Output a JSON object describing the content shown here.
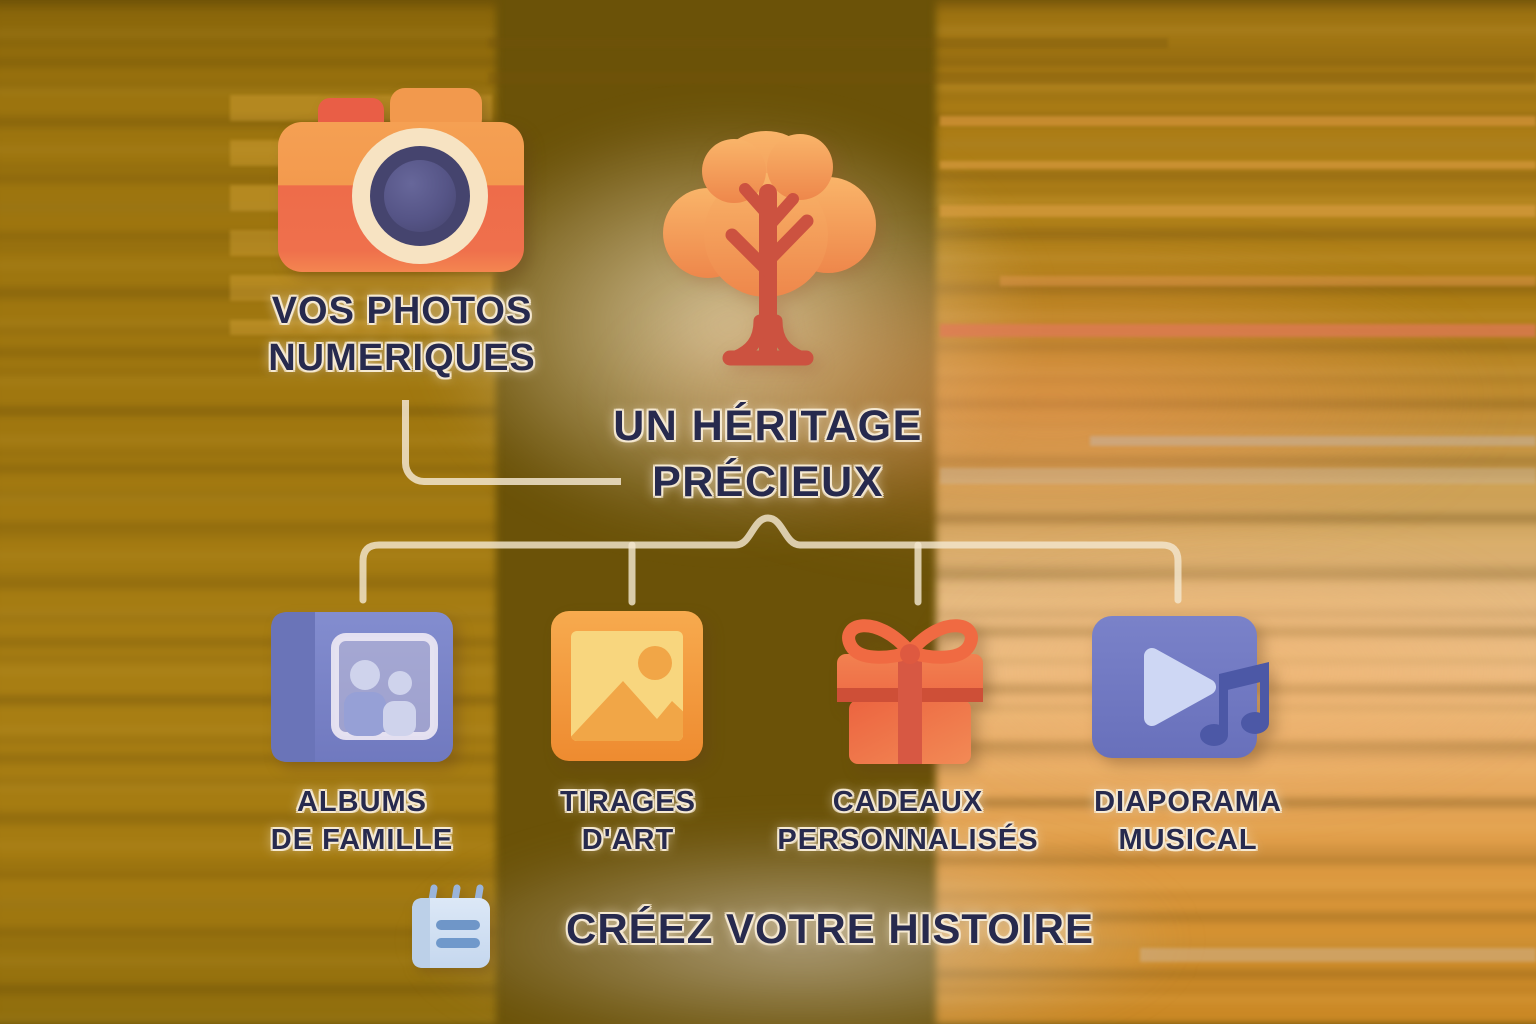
{
  "top": {
    "line1": "VOS PHOTOS",
    "line2": "NUMERIQUES",
    "icon": "camera-icon"
  },
  "heading": {
    "line1": "UN HÉRITAGE",
    "line2": "PRÉCIEUX",
    "icon": "tree-icon"
  },
  "items": [
    {
      "icon": "photo-album-icon",
      "line1": "ALBUMS",
      "line2": "DE FAMILLE"
    },
    {
      "icon": "art-print-icon",
      "line1": "TIRAGES",
      "line2": "D'ART"
    },
    {
      "icon": "gift-icon",
      "line1": "CADEAUX",
      "line2": "PERSONNALISÉS"
    },
    {
      "icon": "music-slideshow-icon",
      "line1": "DIAPORAMA",
      "line2": "MUSICAL"
    }
  ],
  "footer": {
    "label": "CRÉEZ VOTRE HISTOIRE",
    "icon": "notepad-icon"
  },
  "colors": {
    "text_navy": "#272a4e",
    "text_halo_cream": "#f6ead4",
    "connector_cream": "#f3e6ce",
    "camera_orange": "#f39a4e",
    "camera_coral": "#ee6c4a",
    "camera_lens_cream": "#f7e3c2",
    "camera_lens_navy": "#45446e",
    "tree_canopy_orange": "#f5a158",
    "tree_trunk_red": "#cc5240",
    "album_periwinkle": "#7d87c9",
    "album_spine": "#6a74b8",
    "print_orange": "#f29d3e",
    "print_yellow": "#f8d67e",
    "gift_orange": "#f06a42",
    "gift_ribbon_dark": "#ce4f37",
    "slideshow_blue": "#7078c2",
    "slideshow_play": "#ced7f4",
    "music_note_navy": "#4c58a6",
    "notepad_blue": "#cfdff2",
    "notepad_bars": "#6f96c8",
    "bg_mustard_left": "#a0770f",
    "bg_amber_right": "#ab7c15",
    "bg_cream_center": "#f2e0c0",
    "bg_peach_band": "#eeb47c",
    "bg_salmon_streak": "#e2795a",
    "bg_orange_bottom": "#c98724"
  }
}
